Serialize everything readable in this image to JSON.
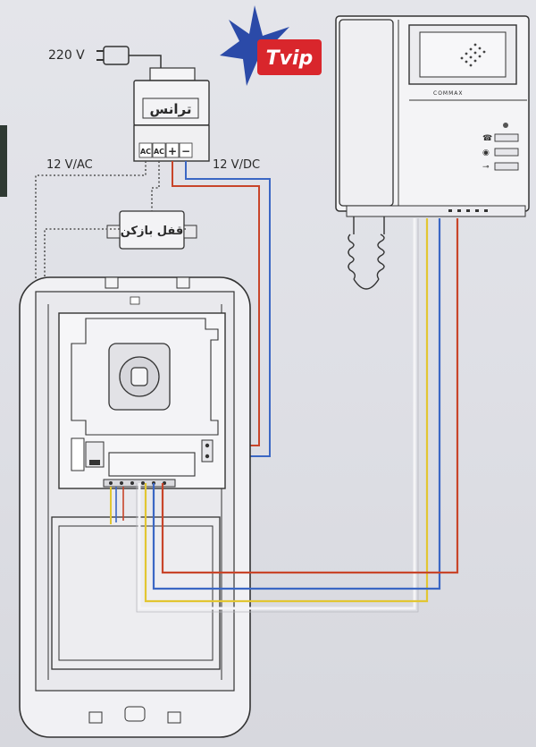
{
  "logo": {
    "text": "Tvip",
    "star_color": "#2b4aa8",
    "badge_color": "#d9262c"
  },
  "power": {
    "mains_label": "220 V"
  },
  "transformer": {
    "label": "ترانس",
    "terminals": [
      "AC",
      "AC",
      "+",
      "−"
    ],
    "ac_output_label": "12 V/AC",
    "dc_output_label": "12 V/DC"
  },
  "door_lock": {
    "label": "قفل بازکن"
  },
  "monitor": {
    "brand_text": "COMMAX"
  },
  "wire_colors": {
    "red": "#c8452a",
    "blue": "#3b67c4",
    "yellow": "#e2c632",
    "white": "#f4f4f6",
    "ac_dotted": "#555555"
  }
}
